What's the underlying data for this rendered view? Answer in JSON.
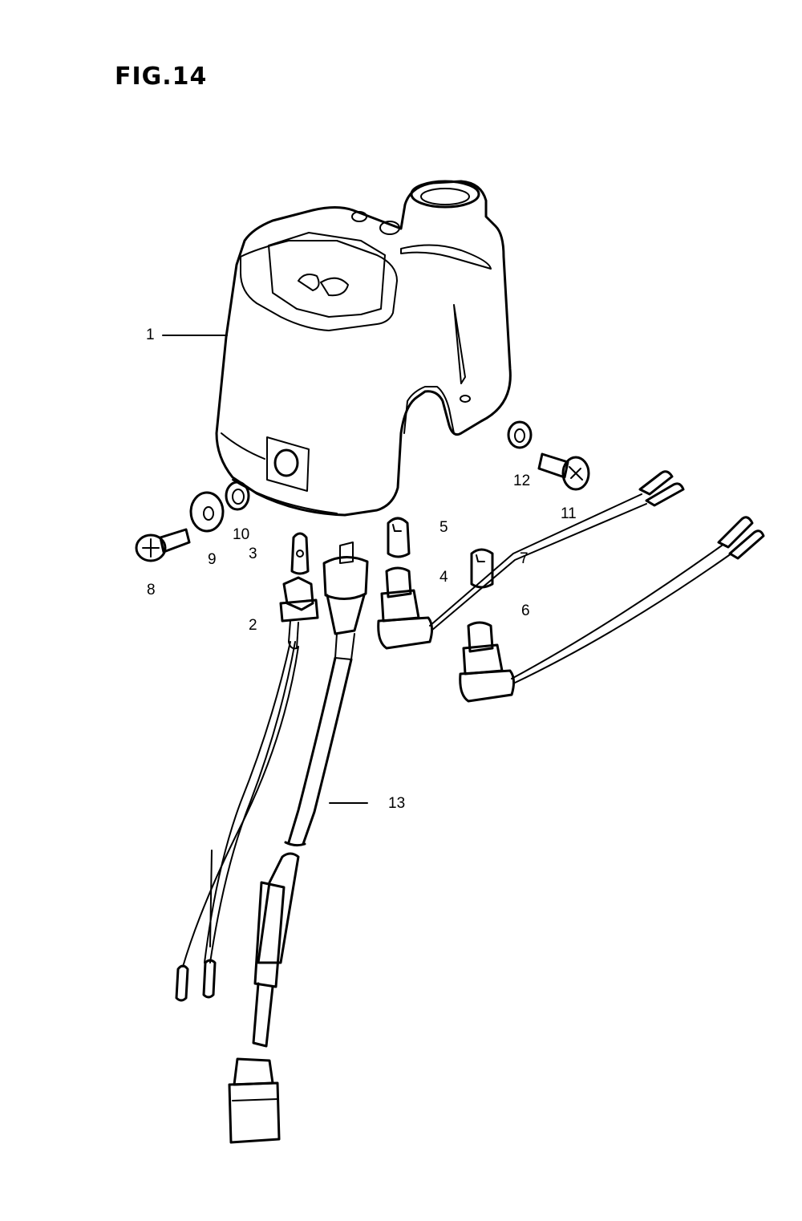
{
  "figure": {
    "title": "FIG.14"
  },
  "callouts": {
    "c1": "1",
    "c2": "2",
    "c3": "3",
    "c4": "4",
    "c5": "5",
    "c6": "6",
    "c7": "7",
    "c8": "8",
    "c9": "9",
    "c10": "10",
    "c11": "11",
    "c12": "12",
    "c13": "13"
  }
}
